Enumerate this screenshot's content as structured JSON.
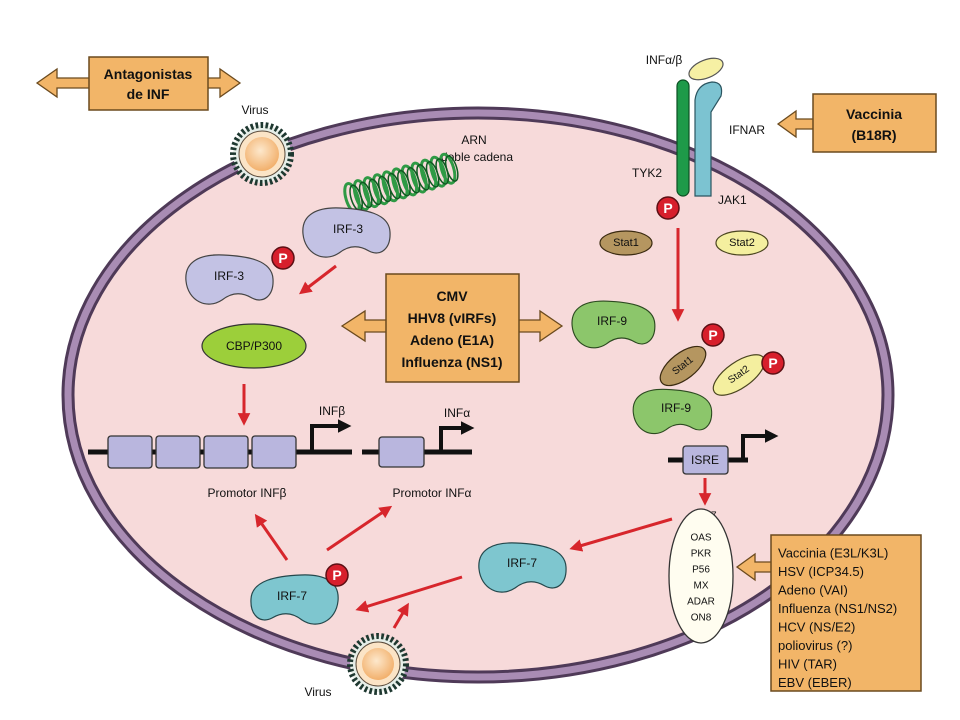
{
  "antagonists": {
    "line1": "Antagonistas",
    "line2": "de INF"
  },
  "virus_top": {
    "label": "Virus"
  },
  "dsrna": {
    "line1": "ARN",
    "line2": "doble cadena"
  },
  "receptor": {
    "ligand_label": "INFα/β",
    "receptor_label": "IFNAR",
    "kinase_left_label": "TYK2",
    "kinase_right_label": "JAK1"
  },
  "phospho_label": "P",
  "vaccinia_b18r": {
    "line1": "Vaccinia",
    "line2": "(B18R)"
  },
  "irf3": {
    "top_label": "IRF-3",
    "bottom_label": "IRF-3"
  },
  "cbp": {
    "label": "CBP/P300"
  },
  "central_antagonists": {
    "lines": [
      "CMV",
      "HHV8 (vIRFs)",
      "Adeno (E1A)",
      "Influenza (NS1)"
    ]
  },
  "stats_free": {
    "stat1": "Stat1",
    "stat2": "Stat2"
  },
  "irf9": {
    "free_label": "IRF-9",
    "complex_label": "IRF-9"
  },
  "complex_stats": {
    "stat1": "Stat1",
    "stat2": "Stat2"
  },
  "promoters": {
    "infb_gene_label": "INFβ",
    "infb_promoter_label": "Promotor INFβ",
    "infa_gene_label": "INFα",
    "infa_promoter_label": "Promotor INFα"
  },
  "isre": {
    "label": "ISRE",
    "product_label": "IRF-7"
  },
  "isg_genes": [
    "OAS",
    "PKR",
    "P56",
    "MX",
    "ADAR",
    "ON8"
  ],
  "isg_antagonists": [
    "Vaccinia (E3L/K3L)",
    "HSV (ICP34.5)",
    "Adeno (VAI)",
    "Influenza (NS1/NS2)",
    "HCV (NS/E2)",
    "poliovirus (?)",
    "HIV (TAR)",
    "EBV (EBER)"
  ],
  "irf7": {
    "middle_label": "IRF-7",
    "bottom_label": "IRF-7"
  },
  "virus_bottom": {
    "label": "Virus"
  },
  "colors": {
    "cytoplasm": "#f7dada",
    "membrane_dark": "#4f3a58",
    "membrane_light": "#a98cb4",
    "antagonist_box": "#f2b568",
    "signal_arrow": "#d7262c",
    "phospho": "#d71f2c",
    "irf3": "#c3c2e4",
    "irf9": "#8cc66b",
    "irf7": "#7ec6cf",
    "cbp_p300": "#9ccf3a",
    "stat1": "#b59660",
    "stat2": "#f4ef9f",
    "promoter_box": "#b9b6de",
    "dsrna": "#2f9a45",
    "tyk2_chain": "#1e9a49",
    "jak1_chain": "#7cc3d1",
    "ligand": "#f6f0a4",
    "isg_oval": "#fffdf0",
    "virus_core": "#f2b06c"
  }
}
